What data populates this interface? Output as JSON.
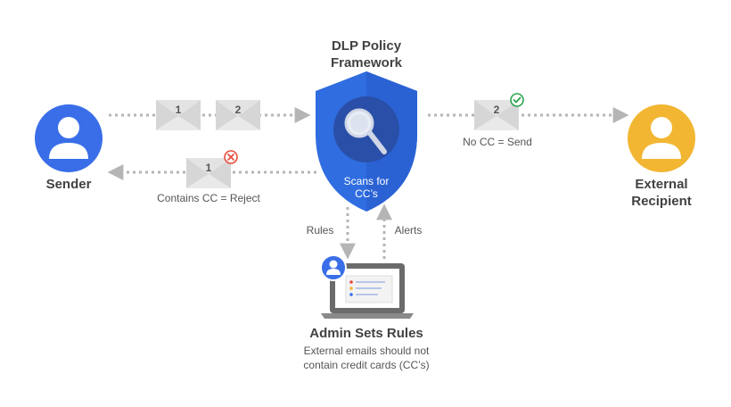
{
  "framework_title": [
    "DLP Policy",
    "Framework"
  ],
  "sender_label": "Sender",
  "recipient_label": [
    "External",
    "Recipient"
  ],
  "shield_text": [
    "Scans for",
    "CC’s"
  ],
  "admin_title": "Admin Sets Rules",
  "admin_desc": [
    "External emails should not",
    "contain credit cards (CC’s)"
  ],
  "rules_label": "Rules",
  "alerts_label": "Alerts",
  "reject_label": "Contains CC = Reject",
  "send_label": "No CC = Send",
  "envelopes": {
    "in_1": "1",
    "in_2": "2",
    "out_2": "2",
    "reject_1": "1"
  },
  "colors": {
    "blue": "#3a6ee8",
    "shield_blue": "#2f6de0",
    "shield_dark": "#2a4fa8",
    "yellow": "#f2b632",
    "reject_red": "#e84c3d",
    "accept_green": "#2ea44f",
    "arrow_gray": "#b5b5b5",
    "envelope_gray": "#e3e3e3"
  }
}
